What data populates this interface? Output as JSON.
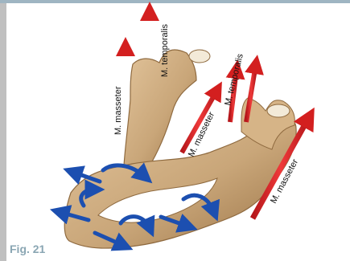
{
  "figure": {
    "caption": "Fig. 21",
    "labels": {
      "masseter_left": "M. masseter",
      "temporalis_left": "M. temporalis",
      "masseter_mid": "M. masseter",
      "temporalis_right": "M. temporalis",
      "masseter_right": "M. masseter"
    }
  },
  "colors": {
    "bone": "#c9a679",
    "bone_shadow": "#9b7447",
    "force_arrow": "#d31f1f",
    "rotation_arrow": "#1c4fb0",
    "caption": "#8aa6b3"
  },
  "icons": [
    "force-arrow-icon",
    "rotation-arrow-icon"
  ]
}
